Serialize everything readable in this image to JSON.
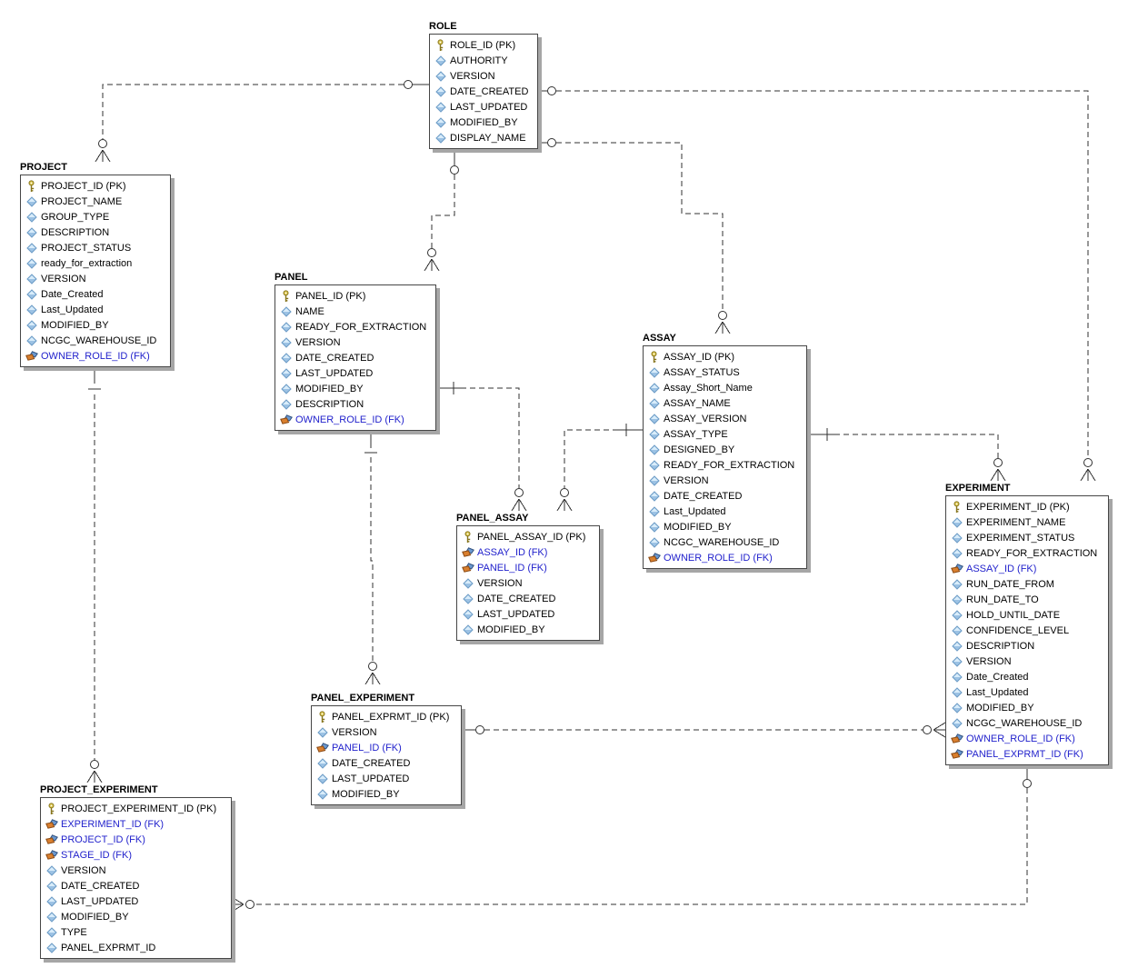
{
  "diagram": {
    "type": "entity-relationship",
    "notation": "crow-foot",
    "colors": {
      "background": "#ffffff",
      "entity_fill": "#ffffff",
      "entity_border": "#464646",
      "entity_shadow": "#a6a6a6",
      "text": "#000000",
      "fk_text": "#2222cc",
      "connector": "#303030",
      "pk_icon_gold": "#e0cb55",
      "attribute_icon_blue": "#9cc2e4",
      "fk_icon_blue": "#6b99d0",
      "fk_icon_orange": "#d97f2e"
    },
    "entities": [
      {
        "name": "ROLE",
        "fields": [
          {
            "name": "ROLE_ID (PK)",
            "icon": "pk"
          },
          {
            "name": "AUTHORITY",
            "icon": "attr"
          },
          {
            "name": "VERSION",
            "icon": "attr"
          },
          {
            "name": "DATE_CREATED",
            "icon": "attr"
          },
          {
            "name": "LAST_UPDATED",
            "icon": "attr"
          },
          {
            "name": "MODIFIED_BY",
            "icon": "attr"
          },
          {
            "name": "DISPLAY_NAME",
            "icon": "attr"
          }
        ]
      },
      {
        "name": "PROJECT",
        "fields": [
          {
            "name": "PROJECT_ID (PK)",
            "icon": "pk"
          },
          {
            "name": "PROJECT_NAME",
            "icon": "attr"
          },
          {
            "name": "GROUP_TYPE",
            "icon": "attr"
          },
          {
            "name": "DESCRIPTION",
            "icon": "attr"
          },
          {
            "name": "PROJECT_STATUS",
            "icon": "attr"
          },
          {
            "name": "ready_for_extraction",
            "icon": "attr"
          },
          {
            "name": "VERSION",
            "icon": "attr"
          },
          {
            "name": "Date_Created",
            "icon": "attr"
          },
          {
            "name": "Last_Updated",
            "icon": "attr"
          },
          {
            "name": "MODIFIED_BY",
            "icon": "attr"
          },
          {
            "name": "NCGC_WAREHOUSE_ID",
            "icon": "attr"
          },
          {
            "name": "OWNER_ROLE_ID (FK)",
            "icon": "fk"
          }
        ]
      },
      {
        "name": "PANEL",
        "fields": [
          {
            "name": "PANEL_ID (PK)",
            "icon": "pk"
          },
          {
            "name": "NAME",
            "icon": "attr"
          },
          {
            "name": "READY_FOR_EXTRACTION",
            "icon": "attr"
          },
          {
            "name": "VERSION",
            "icon": "attr"
          },
          {
            "name": "DATE_CREATED",
            "icon": "attr"
          },
          {
            "name": "LAST_UPDATED",
            "icon": "attr"
          },
          {
            "name": "MODIFIED_BY",
            "icon": "attr"
          },
          {
            "name": "DESCRIPTION",
            "icon": "attr"
          },
          {
            "name": "OWNER_ROLE_ID (FK)",
            "icon": "fk"
          }
        ]
      },
      {
        "name": "ASSAY",
        "fields": [
          {
            "name": "ASSAY_ID (PK)",
            "icon": "pk"
          },
          {
            "name": "ASSAY_STATUS",
            "icon": "attr"
          },
          {
            "name": "Assay_Short_Name",
            "icon": "attr"
          },
          {
            "name": "ASSAY_NAME",
            "icon": "attr"
          },
          {
            "name": "ASSAY_VERSION",
            "icon": "attr"
          },
          {
            "name": "ASSAY_TYPE",
            "icon": "attr"
          },
          {
            "name": "DESIGNED_BY",
            "icon": "attr"
          },
          {
            "name": "READY_FOR_EXTRACTION",
            "icon": "attr"
          },
          {
            "name": "VERSION",
            "icon": "attr"
          },
          {
            "name": "DATE_CREATED",
            "icon": "attr"
          },
          {
            "name": "Last_Updated",
            "icon": "attr"
          },
          {
            "name": "MODIFIED_BY",
            "icon": "attr"
          },
          {
            "name": "NCGC_WAREHOUSE_ID",
            "icon": "attr"
          },
          {
            "name": "OWNER_ROLE_ID (FK)",
            "icon": "fk"
          }
        ]
      },
      {
        "name": "PANEL_ASSAY",
        "fields": [
          {
            "name": "PANEL_ASSAY_ID (PK)",
            "icon": "pk"
          },
          {
            "name": "ASSAY_ID (FK)",
            "icon": "fk"
          },
          {
            "name": "PANEL_ID (FK)",
            "icon": "fk"
          },
          {
            "name": "VERSION",
            "icon": "attr"
          },
          {
            "name": "DATE_CREATED",
            "icon": "attr"
          },
          {
            "name": "LAST_UPDATED",
            "icon": "attr"
          },
          {
            "name": "MODIFIED_BY",
            "icon": "attr"
          }
        ]
      },
      {
        "name": "PANEL_EXPERIMENT",
        "fields": [
          {
            "name": "PANEL_EXPRMT_ID (PK)",
            "icon": "pk"
          },
          {
            "name": "VERSION",
            "icon": "attr"
          },
          {
            "name": "PANEL_ID (FK)",
            "icon": "fk"
          },
          {
            "name": "DATE_CREATED",
            "icon": "attr"
          },
          {
            "name": "LAST_UPDATED",
            "icon": "attr"
          },
          {
            "name": "MODIFIED_BY",
            "icon": "attr"
          }
        ]
      },
      {
        "name": "EXPERIMENT",
        "fields": [
          {
            "name": "EXPERIMENT_ID (PK)",
            "icon": "pk"
          },
          {
            "name": "EXPERIMENT_NAME",
            "icon": "attr"
          },
          {
            "name": "EXPERIMENT_STATUS",
            "icon": "attr"
          },
          {
            "name": "READY_FOR_EXTRACTION",
            "icon": "attr"
          },
          {
            "name": "ASSAY_ID (FK)",
            "icon": "fk"
          },
          {
            "name": "RUN_DATE_FROM",
            "icon": "attr"
          },
          {
            "name": "RUN_DATE_TO",
            "icon": "attr"
          },
          {
            "name": "HOLD_UNTIL_DATE",
            "icon": "attr"
          },
          {
            "name": "CONFIDENCE_LEVEL",
            "icon": "attr"
          },
          {
            "name": "DESCRIPTION",
            "icon": "attr"
          },
          {
            "name": "VERSION",
            "icon": "attr"
          },
          {
            "name": "Date_Created",
            "icon": "attr"
          },
          {
            "name": "Last_Updated",
            "icon": "attr"
          },
          {
            "name": "MODIFIED_BY",
            "icon": "attr"
          },
          {
            "name": "NCGC_WAREHOUSE_ID",
            "icon": "attr"
          },
          {
            "name": "OWNER_ROLE_ID (FK)",
            "icon": "fk"
          },
          {
            "name": "PANEL_EXPRMT_ID (FK)",
            "icon": "fk"
          }
        ]
      },
      {
        "name": "PROJECT_EXPERIMENT",
        "fields": [
          {
            "name": "PROJECT_EXPERIMENT_ID (PK)",
            "icon": "pk"
          },
          {
            "name": "EXPERIMENT_ID (FK)",
            "icon": "fk"
          },
          {
            "name": "PROJECT_ID (FK)",
            "icon": "fk"
          },
          {
            "name": "STAGE_ID (FK)",
            "icon": "fk"
          },
          {
            "name": "VERSION",
            "icon": "attr"
          },
          {
            "name": "DATE_CREATED",
            "icon": "attr"
          },
          {
            "name": "LAST_UPDATED",
            "icon": "attr"
          },
          {
            "name": "MODIFIED_BY",
            "icon": "attr"
          },
          {
            "name": "TYPE",
            "icon": "attr"
          },
          {
            "name": "PANEL_EXPRMT_ID",
            "icon": "attr"
          }
        ]
      }
    ],
    "relationships": [
      {
        "from": "ROLE",
        "to": "PROJECT",
        "from_end": "optional-one",
        "to_end": "zero-or-many",
        "line": "dashed"
      },
      {
        "from": "ROLE",
        "to": "PANEL",
        "from_end": "optional-one",
        "to_end": "zero-or-many",
        "line": "dashed"
      },
      {
        "from": "ROLE",
        "to": "ASSAY",
        "from_end": "optional-one",
        "to_end": "zero-or-many",
        "line": "dashed"
      },
      {
        "from": "ROLE",
        "to": "EXPERIMENT",
        "from_end": "optional-one",
        "to_end": "zero-or-many",
        "line": "dashed"
      },
      {
        "from": "PANEL",
        "to": "PANEL_ASSAY",
        "from_end": "mandatory-one",
        "to_end": "zero-or-many",
        "line": "dashed"
      },
      {
        "from": "ASSAY",
        "to": "PANEL_ASSAY",
        "from_end": "mandatory-one",
        "to_end": "zero-or-many",
        "line": "dashed"
      },
      {
        "from": "ASSAY",
        "to": "EXPERIMENT",
        "from_end": "mandatory-one",
        "to_end": "zero-or-many",
        "line": "dashed"
      },
      {
        "from": "PANEL",
        "to": "PANEL_EXPERIMENT",
        "from_end": "mandatory-one",
        "to_end": "zero-or-many",
        "line": "dashed"
      },
      {
        "from": "PANEL_EXPERIMENT",
        "to": "EXPERIMENT",
        "from_end": "optional-one",
        "to_end": "zero-or-many",
        "line": "dashed"
      },
      {
        "from": "PROJECT",
        "to": "PROJECT_EXPERIMENT",
        "from_end": "mandatory-one",
        "to_end": "zero-or-many",
        "line": "dashed"
      },
      {
        "from": "EXPERIMENT",
        "to": "PROJECT_EXPERIMENT",
        "from_end": "optional-one",
        "to_end": "zero-or-many",
        "line": "dashed"
      }
    ]
  }
}
